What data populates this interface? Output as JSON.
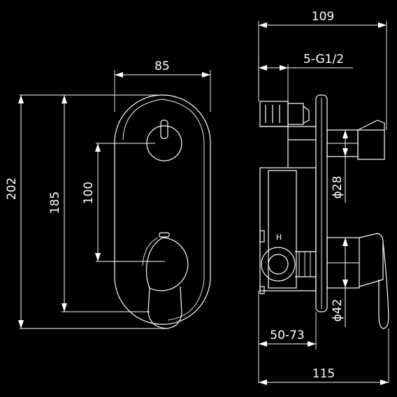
{
  "dimensions": {
    "front_width": "85",
    "total_height": "202",
    "plate_height": "185",
    "center_distance": "100",
    "side_depth_top": "109",
    "thread": "5-G1/2",
    "knob_diameter": "ϕ28",
    "lever_diameter": "ϕ42",
    "install_depth": "50-73",
    "side_depth_bottom": "115"
  },
  "markings": {
    "hot": "H"
  }
}
